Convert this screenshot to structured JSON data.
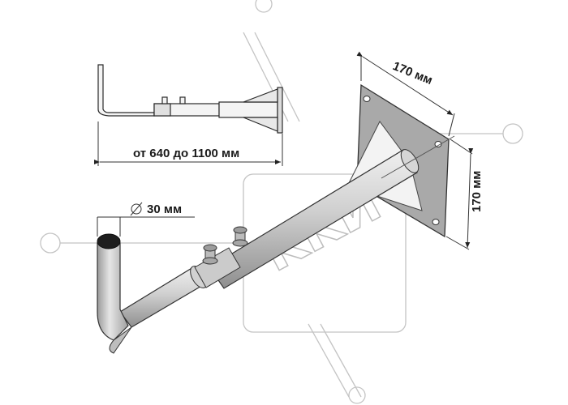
{
  "labels": {
    "length": "от 640 до 1100 мм",
    "diameter": "30 мм",
    "plate_width": "170 мм",
    "plate_height": "170 мм"
  },
  "watermark": {
    "text": "KKИ",
    "color": "#b8b8b8"
  },
  "colors": {
    "pipe": "#c9c9c9",
    "pipe_dark": "#8e8e8e",
    "plate": "#a9a9a9",
    "gusset": "#f2f2f2",
    "line": "#222222"
  }
}
